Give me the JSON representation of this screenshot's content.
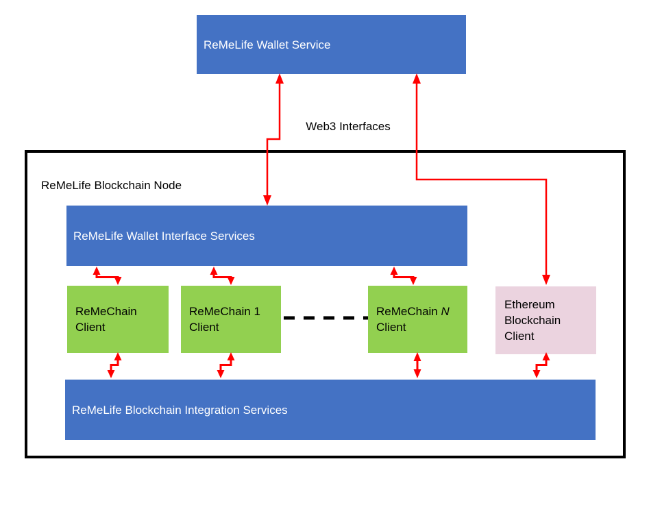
{
  "colors": {
    "box_blue": "#4472C4",
    "box_green": "#92D050",
    "box_pink": "#EBD3DF",
    "arrow_red": "#FF0000",
    "border_black": "#000000",
    "text_white": "#FFFFFF",
    "text_black": "#000000"
  },
  "nodes": {
    "wallet_service": {
      "label": "ReMeLife Wallet Service"
    },
    "web3_interfaces": {
      "label": "Web3 Interfaces"
    },
    "blockchain_node": {
      "label": "ReMeLife Blockchain Node"
    },
    "wallet_interface_services": {
      "label": "ReMeLife Wallet Interface Services"
    },
    "remechain_client": {
      "line1": "ReMeChain",
      "line2": "Client"
    },
    "remechain_1_client": {
      "line1": "ReMeChain 1",
      "line2": "Client"
    },
    "remechain_n_client": {
      "line1_prefix": "ReMeChain",
      "line1_var": "N",
      "line2": "Client"
    },
    "ethereum_client": {
      "line1": "Ethereum",
      "line2": "Blockchain",
      "line3": "Client"
    },
    "integration_services": {
      "label": "ReMeLife Blockchain Integration Services"
    }
  }
}
